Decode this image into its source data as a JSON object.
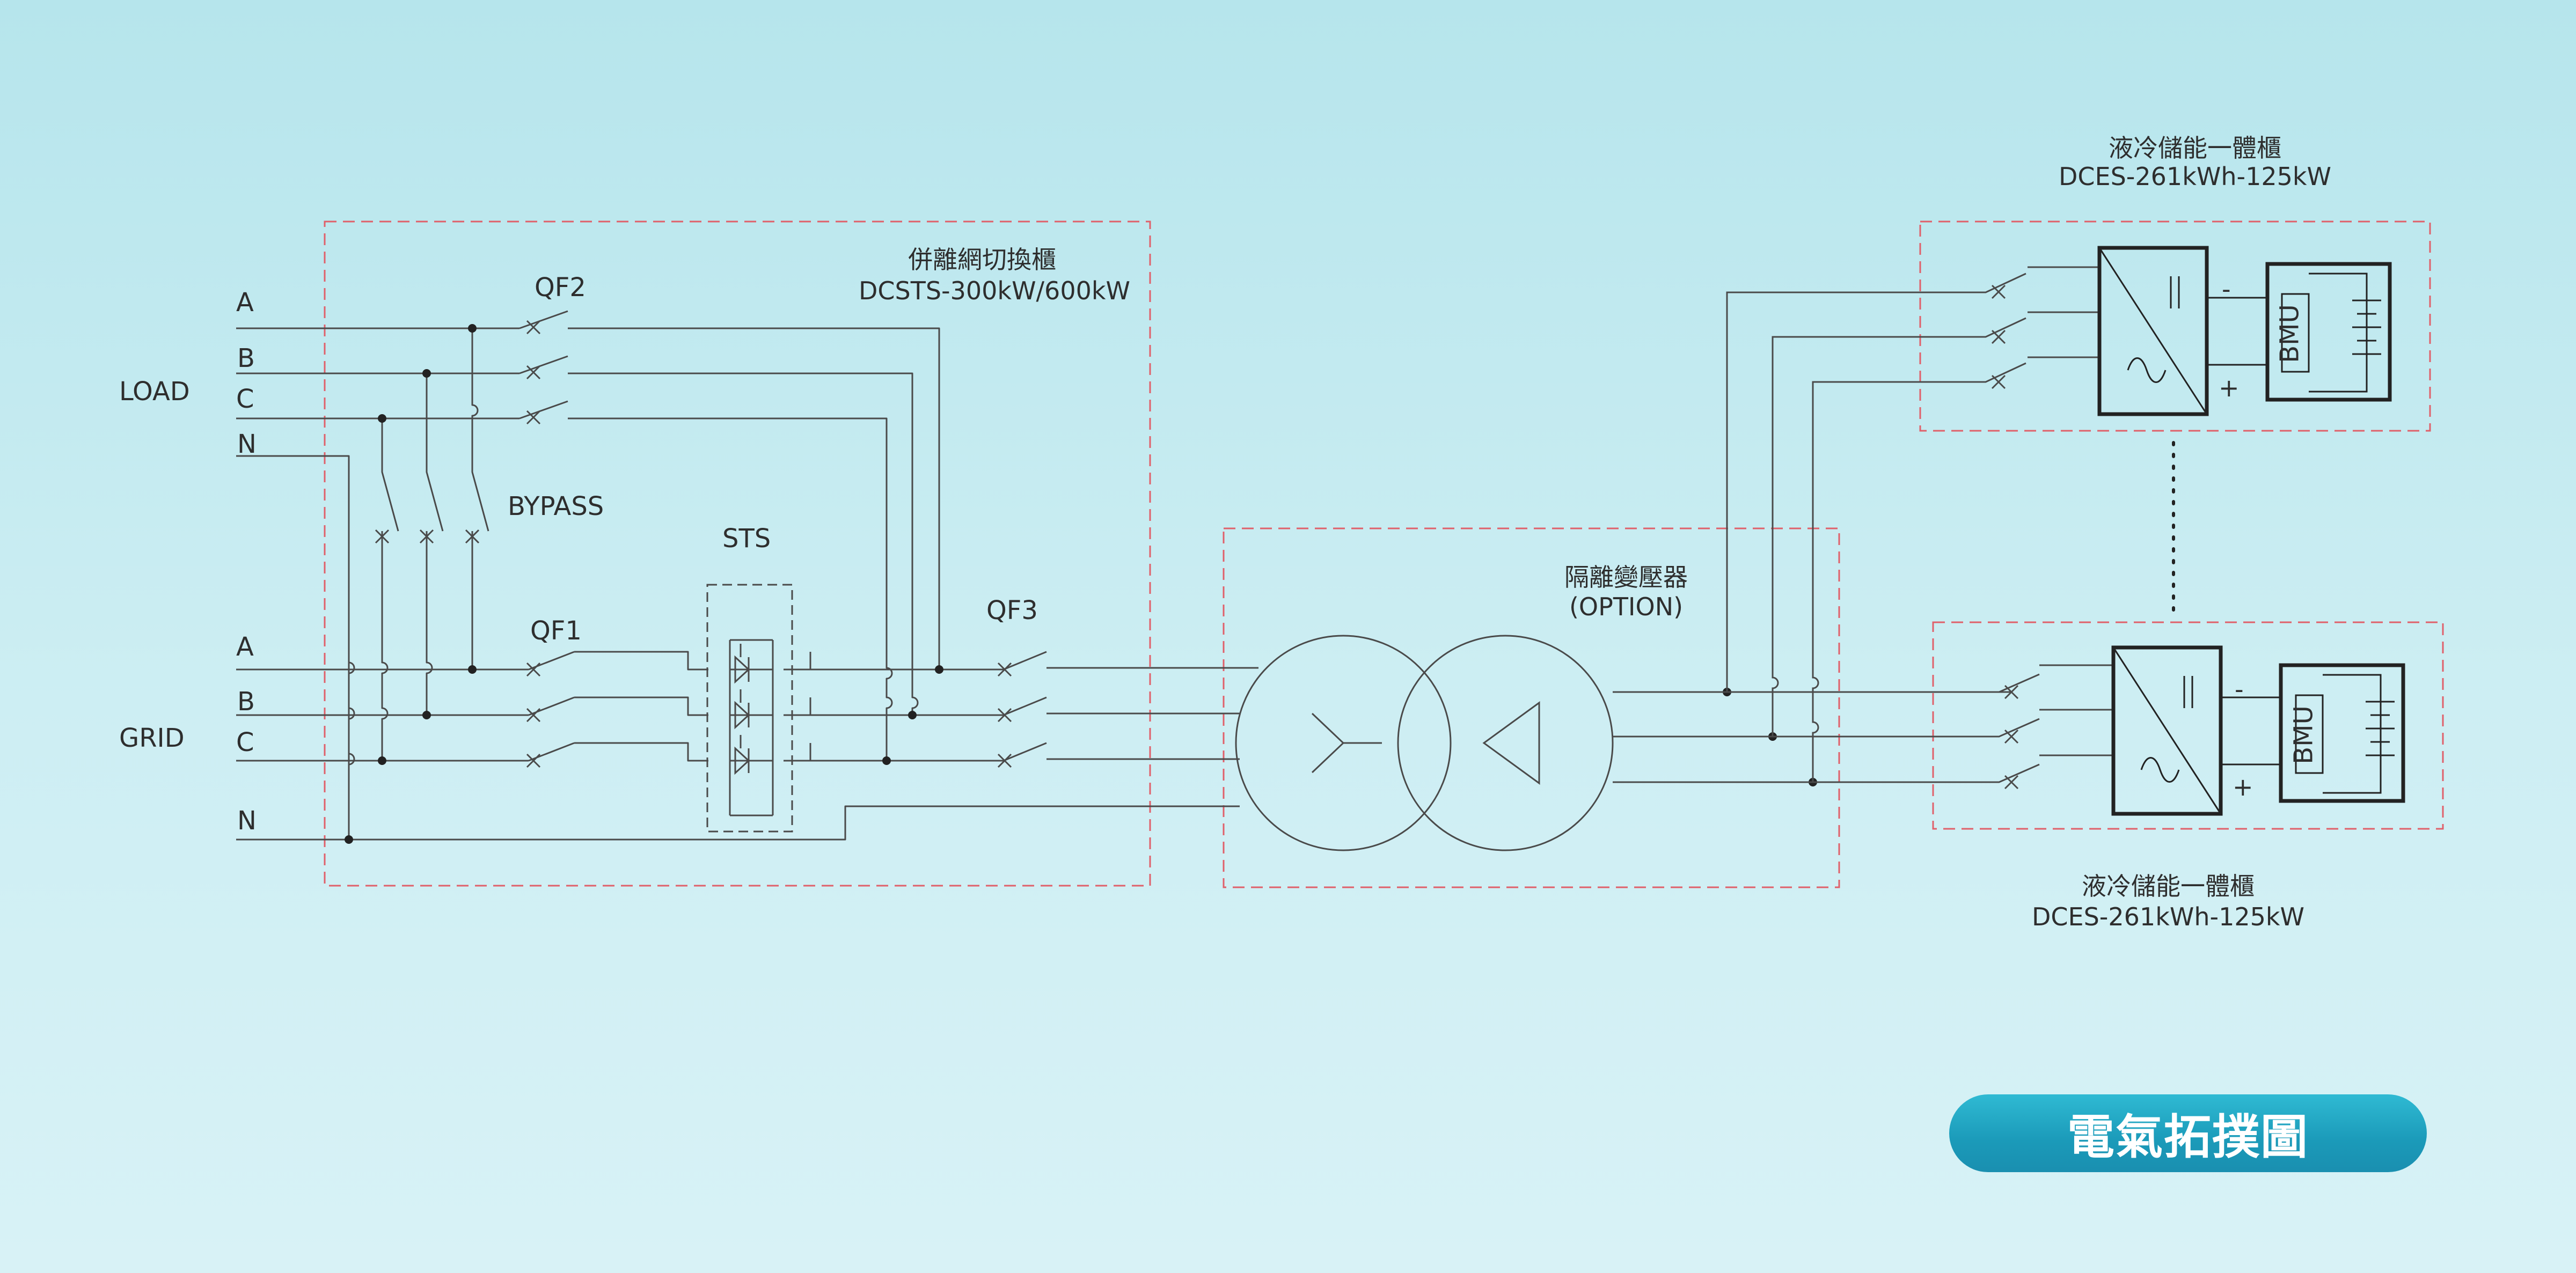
{
  "diagram": {
    "load_label": "LOAD",
    "grid_label": "GRID",
    "load_phases": [
      "A",
      "B",
      "C",
      "N"
    ],
    "grid_phases": [
      "A",
      "B",
      "C",
      "N"
    ],
    "qf2": "QF2",
    "qf1": "QF1",
    "qf3": "QF3",
    "bypass": "BYPASS",
    "sts": "STS",
    "switch_cabinet": {
      "title": "併離網切換櫃",
      "model": "DCSTS-300kW/600kW"
    },
    "transformer": {
      "title": "隔離變壓器",
      "note": "(OPTION)"
    },
    "storage_top": {
      "title": "液冷儲能一體櫃",
      "model": "DCES-261kWh-125kW"
    },
    "storage_bottom": {
      "title": "液冷儲能一體櫃",
      "model": "DCES-261kWh-125kW"
    },
    "bmu": "BMU",
    "minus": "-",
    "plus": "+"
  },
  "badge": {
    "label": "電氣拓撲圖"
  },
  "colors": {
    "line": "#4a4a4a",
    "dash": "#e0606a",
    "badge": "#1b9ab9"
  }
}
